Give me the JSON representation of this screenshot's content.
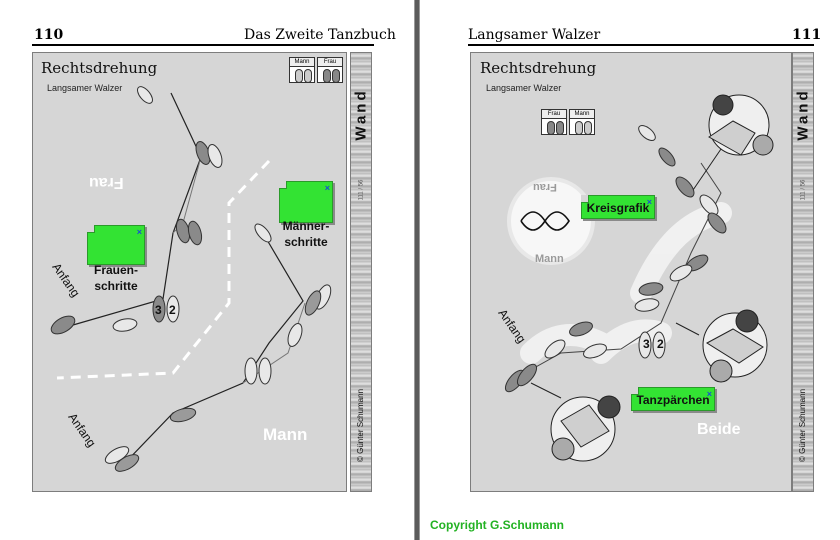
{
  "left_page": {
    "page_number": "110",
    "book_title": "Das Zweite Tanzbuch",
    "title": "Rechtsdrehung",
    "subtitle": "Langsamer Walzer",
    "legend": [
      "Mann",
      "Frau"
    ],
    "wall": "Wand",
    "wall_code": "111 / 56",
    "copyright_vertical": "© Günter Schumann",
    "label_frau": "Frau",
    "label_mann": "Mann",
    "label_anfang_top": "Anfang",
    "label_anfang_bottom": "Anfang",
    "note_frauen": "Frauen-\nschritte",
    "note_maenner": "Männer-\nschritte",
    "step_numbers": [
      "3",
      "2"
    ],
    "close_glyph": "×"
  },
  "right_page": {
    "page_number": "111",
    "chapter_title": "Langsamer Walzer",
    "title": "Rechtsdrehung",
    "subtitle": "Langsamer Walzer",
    "legend": [
      "Frau",
      "Mann"
    ],
    "wall": "Wand",
    "wall_code": "111 / 56",
    "copyright_vertical": "© Günter Schumann",
    "circle_frau": "Frau",
    "circle_mann": "Mann",
    "label_anfang": "Anfang",
    "label_beide": "Beide",
    "note_kreisgrafik": "Kreisgrafik",
    "note_tanzpaerchen": "Tanzpärchen",
    "step_numbers": [
      "3",
      "2"
    ],
    "close_glyph": "×"
  },
  "footer": {
    "copyright": "Copyright  G.Schumann"
  }
}
